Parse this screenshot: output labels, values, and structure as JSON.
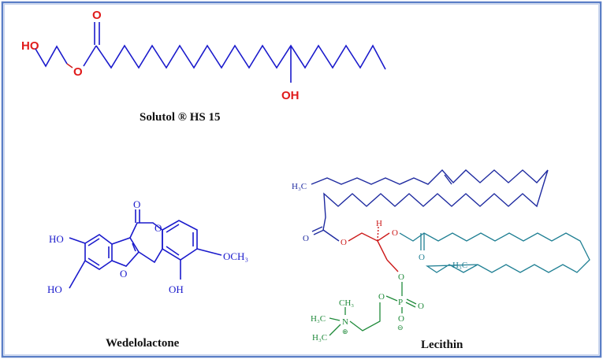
{
  "captions": {
    "solutol": "Solutol ® HS 15",
    "wedelolactone": "Wedelolactone",
    "lecithin": "Lecithin"
  },
  "solutol_labels": {
    "ho": "HO",
    "o_ester": "O",
    "o_carbonyl": "O",
    "oh": "OH"
  },
  "wedelolactone_labels": {
    "o_carbonyl": "O",
    "o_ring": "O",
    "o_furan": "O",
    "ho_top": "HO",
    "ho_bottom": "HO",
    "och3": "OCH₃",
    "oh": "OH"
  },
  "lecithin_labels": {
    "h3c_top": "H₃C",
    "h3c_right": "H₃C",
    "h": "H",
    "o1": "O",
    "o2": "O",
    "o3": "O",
    "o4": "O",
    "o5": "O",
    "o6": "O",
    "p": "P",
    "o_p_right": "O",
    "o_minus": "O",
    "minus": "⊖",
    "n": "N",
    "plus": "⊕",
    "ch3_top": "CH₃",
    "h3c_n1": "H₃C",
    "h3c_n2": "H₃C"
  },
  "colors": {
    "border": "#5b7fc6",
    "solutol_chain": "#1a1acc",
    "heteroatom": "#e01b1b",
    "lecithin_navy": "#1e2aa0",
    "lecithin_teal": "#1f7f93",
    "lecithin_green": "#1f8a3a",
    "lecithin_red": "#cc1a1a"
  }
}
